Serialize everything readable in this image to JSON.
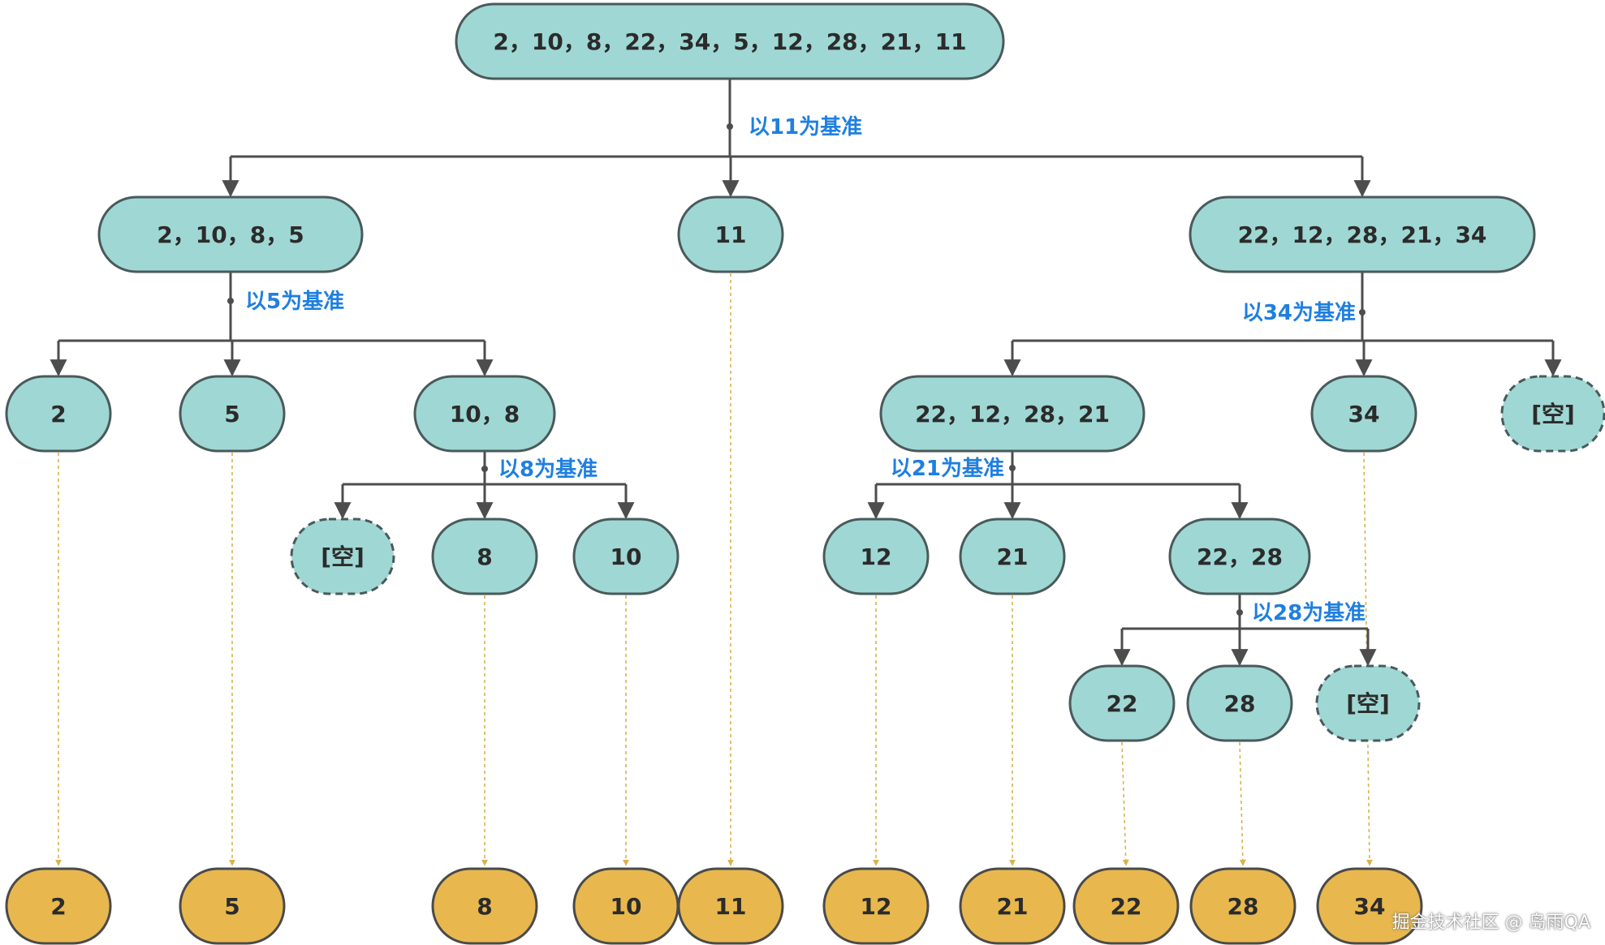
{
  "title": "",
  "colors": {
    "node_fill": "#9fd7d4",
    "node_stroke": "#4a5a5a",
    "result_fill": "#e8b84e",
    "result_stroke": "#4a4a4a",
    "edge": "#4d4d4d",
    "dashed_link": "#d9b24a",
    "pivot_label": "#1f7fe0"
  },
  "nodes": [
    {
      "id": "root",
      "label": "2，10，8，22，34，5，12，28，21，11",
      "kind": "normal"
    },
    {
      "id": "L1a",
      "label": "2，10，8，5",
      "kind": "normal"
    },
    {
      "id": "L1b",
      "label": "11",
      "kind": "normal"
    },
    {
      "id": "L1c",
      "label": "22，12，28，21，34",
      "kind": "normal"
    },
    {
      "id": "L2a",
      "label": "2",
      "kind": "normal"
    },
    {
      "id": "L2b",
      "label": "5",
      "kind": "normal"
    },
    {
      "id": "L2c",
      "label": "10，8",
      "kind": "normal"
    },
    {
      "id": "L2d",
      "label": "22，12，28，21",
      "kind": "normal"
    },
    {
      "id": "L2e",
      "label": "34",
      "kind": "normal"
    },
    {
      "id": "L2f",
      "label": "[空]",
      "kind": "empty"
    },
    {
      "id": "L3a",
      "label": "[空]",
      "kind": "empty"
    },
    {
      "id": "L3b",
      "label": "8",
      "kind": "normal"
    },
    {
      "id": "L3c",
      "label": "10",
      "kind": "normal"
    },
    {
      "id": "L3d",
      "label": "12",
      "kind": "normal"
    },
    {
      "id": "L3e",
      "label": "21",
      "kind": "normal"
    },
    {
      "id": "L3f",
      "label": "22，28",
      "kind": "normal"
    },
    {
      "id": "L4a",
      "label": "22",
      "kind": "normal"
    },
    {
      "id": "L4b",
      "label": "28",
      "kind": "normal"
    },
    {
      "id": "L4c",
      "label": "[空]",
      "kind": "empty"
    }
  ],
  "results": [
    "2",
    "5",
    "8",
    "10",
    "11",
    "12",
    "21",
    "22",
    "28",
    "34"
  ],
  "pivot_labels": [
    "以11为基准",
    "以5为基准",
    "以34为基准",
    "以8为基准",
    "以21为基准",
    "以28为基准"
  ],
  "watermark": "掘金技术社区 @ 岛雨QA"
}
